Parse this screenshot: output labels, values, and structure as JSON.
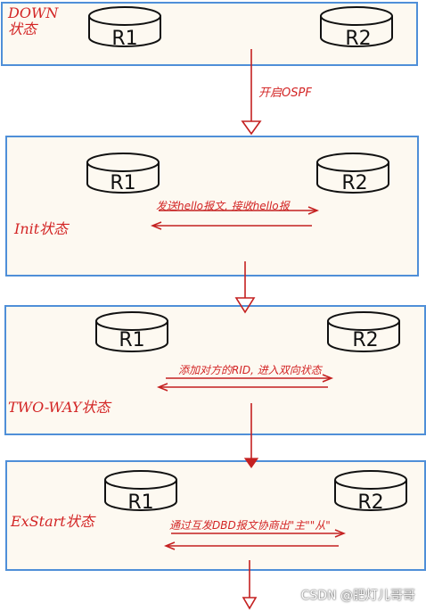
{
  "states": [
    {
      "label": "DOWN 状态",
      "r1": "R1",
      "r2": "R2",
      "message": ""
    },
    {
      "label": "Init状态",
      "r1": "R1",
      "r2": "R2",
      "message": "发送hello报文, 接收hello报"
    },
    {
      "label": "TWO-WAY状态",
      "r1": "R1",
      "r2": "R2",
      "message": "添加对方的RID, 进入双向状态"
    },
    {
      "label": "ExStart状态",
      "r1": "R1",
      "r2": "R2",
      "message": "通过互发DBD报文协商出\"主\"\"从\""
    }
  ],
  "transition_label": "开启OSPF",
  "watermark": "CSDN @肥灯儿哥哥",
  "colors": {
    "panel_border": "#4f8fd8",
    "panel_fill": "#fdf9f1",
    "annotation": "#d32525",
    "router_outline": "#111111"
  }
}
